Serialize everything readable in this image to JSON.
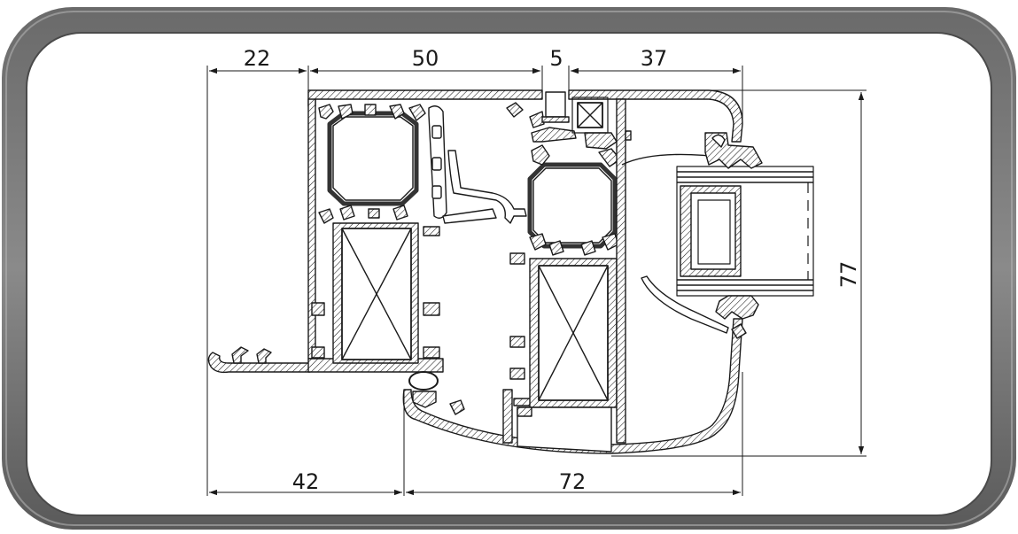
{
  "drawing": {
    "dimensions": {
      "top": [
        "22",
        "50",
        "5",
        "37"
      ],
      "bottom": [
        "42",
        "72"
      ],
      "right": "77"
    }
  },
  "colors": {
    "frame_dark": "#5c5c5c",
    "frame_light": "#9a9a9a",
    "panel": "#ffffff",
    "line": "#1a1a1a"
  }
}
